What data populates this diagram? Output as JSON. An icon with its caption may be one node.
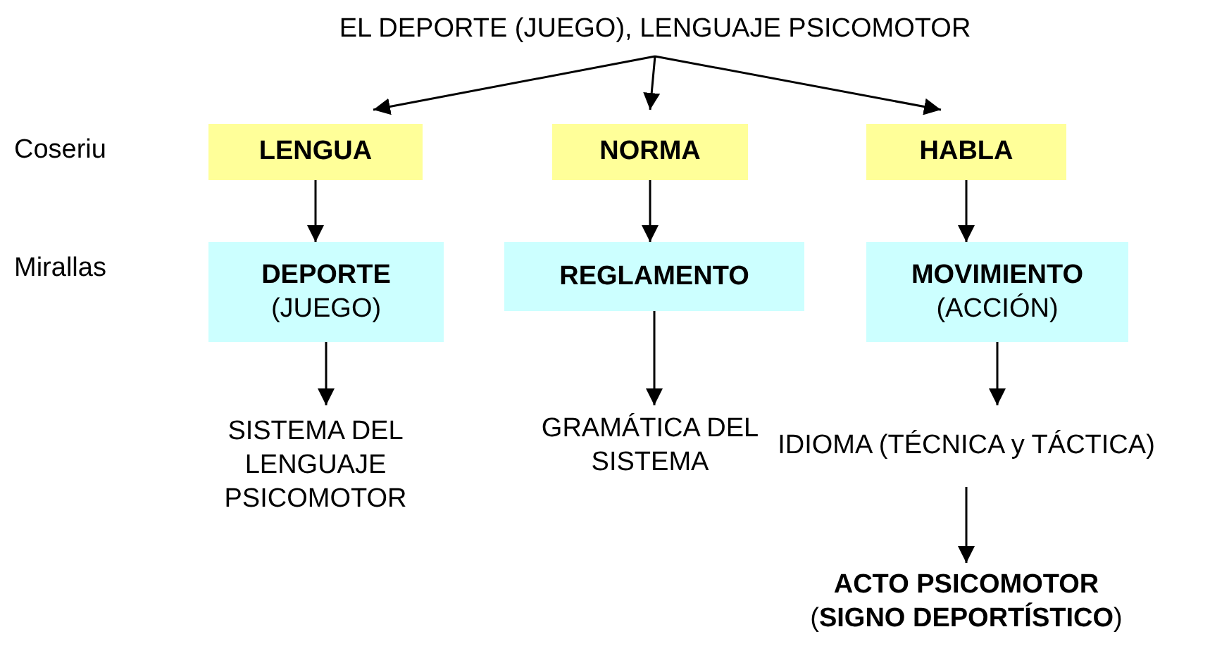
{
  "diagram": {
    "nodes": [
      {
        "text": [
          "EL DEPORTE (JUEGO), LENGUAJE PSICOMOTOR"
        ]
      },
      {
        "text": [
          "LENGUA"
        ]
      },
      {
        "text": [
          "NORMA"
        ]
      },
      {
        "text": [
          "HABLA"
        ]
      },
      {
        "text": [
          "DEPORTE",
          "(JUEGO)"
        ]
      },
      {
        "text": [
          "REGLAMENTO"
        ]
      },
      {
        "text": [
          "MOVIMIENTO",
          "(ACCIÓN)"
        ]
      },
      {
        "text": [
          "SISTEMA DEL LENGUAJE PSICOMOTOR"
        ]
      },
      {
        "text": [
          "GRAMÁTICA DEL SISTEMA"
        ]
      },
      {
        "text": [
          "IDIOMA (TÉCNICA y TÁCTICA)"
        ]
      },
      {
        "text": [
          "ACTO PSICOMOTOR",
          "(**SIGNO DEPORTÍSTICO**)"
        ]
      }
    ],
    "edges": [
      {
        "from": 0,
        "to": 1,
        "arrow": "to"
      },
      {
        "from": 0,
        "to": 2,
        "arrow": "to"
      },
      {
        "from": 0,
        "to": 3,
        "arrow": "to"
      },
      {
        "from": 1,
        "to": 4,
        "arrow": "to"
      },
      {
        "from": 2,
        "to": 5,
        "arrow": "to"
      },
      {
        "from": 3,
        "to": 6,
        "arrow": "to"
      },
      {
        "from": 4,
        "to": 7,
        "arrow": "to"
      },
      {
        "from": 5,
        "to": 8,
        "arrow": "to"
      },
      {
        "from": 6,
        "to": 9,
        "arrow": "to"
      },
      {
        "from": 9,
        "to": 10,
        "arrow": "to"
      }
    ],
    "labels": [
      "Coseriu",
      "Mirallas"
    ]
  }
}
